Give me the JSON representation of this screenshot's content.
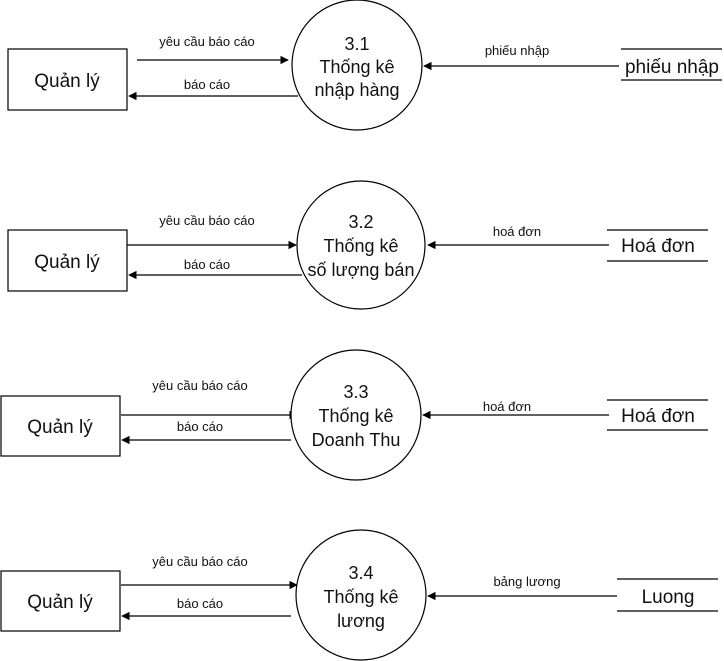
{
  "diagram": {
    "rows": [
      {
        "entity": "Quản lý",
        "request_label": "yêu cầu báo cáo",
        "report_label": "báo cáo",
        "process": {
          "id": "3.1",
          "lines": [
            "Thống kê",
            "nhập hàng"
          ]
        },
        "store_flow_label": "phiếu nhập",
        "store": "phiếu nhập"
      },
      {
        "entity": "Quản lý",
        "request_label": "yêu cầu báo cáo",
        "report_label": "báo cáo",
        "process": {
          "id": "3.2",
          "lines": [
            "Thống kê",
            "số lượng bán"
          ]
        },
        "store_flow_label": "hoá đơn",
        "store": "Hoá đơn"
      },
      {
        "entity": "Quản lý",
        "request_label": "yêu cầu báo cáo",
        "report_label": "báo cáo",
        "process": {
          "id": "3.3",
          "lines": [
            "Thống kê",
            "Doanh Thu"
          ]
        },
        "store_flow_label": "hoá đơn",
        "store": "Hoá đơn"
      },
      {
        "entity": "Quản lý",
        "request_label": "yêu cầu báo cáo",
        "report_label": "báo cáo",
        "process": {
          "id": "3.4",
          "lines": [
            "Thống kê",
            "lương"
          ]
        },
        "store_flow_label": "bảng lương",
        "store": "Luong"
      }
    ]
  }
}
